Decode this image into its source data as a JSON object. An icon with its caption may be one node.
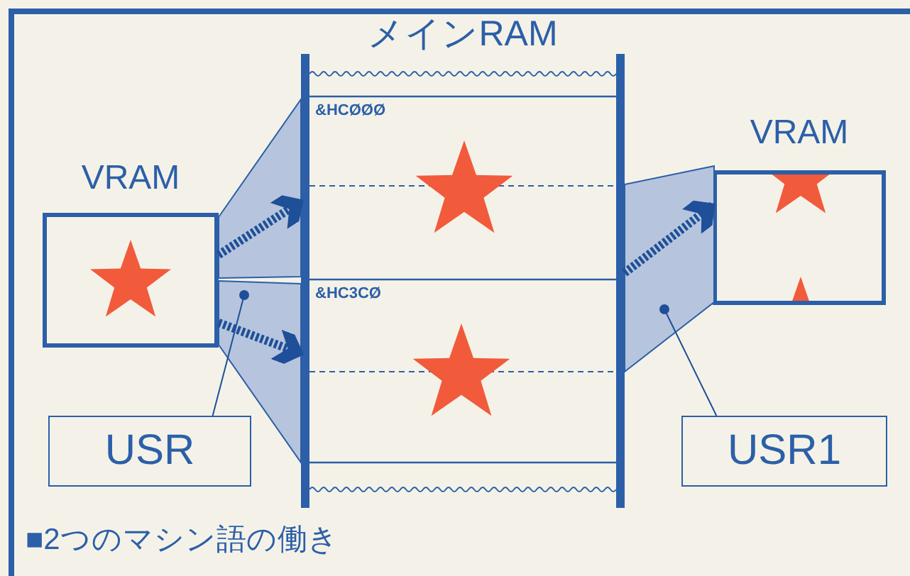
{
  "diagram": {
    "caption": "■2つのマシン語の働き",
    "nodes": [
      {
        "text": [
          "VRAM"
        ]
      },
      {
        "text": [
          "メインRAM",
          "&HCØØØ",
          "&HC3CØ"
        ]
      },
      {
        "text": [
          "VRAM"
        ]
      },
      {
        "text": [
          "USR"
        ]
      },
      {
        "text": [
          "USR1"
        ]
      },
      {
        "text": [],
        "shape": "funnel"
      },
      {
        "text": [],
        "shape": "funnel"
      },
      {
        "text": [],
        "shape": "funnel"
      }
    ],
    "edges": [
      {
        "from": 5,
        "to": 1,
        "arrow": "to",
        "style": "dashed"
      },
      {
        "from": 6,
        "to": 1,
        "arrow": "to",
        "style": "dashed"
      },
      {
        "from": 7,
        "to": 2,
        "arrow": "to",
        "style": "dashed"
      },
      {
        "from": 3,
        "to": 6,
        "arrow": "other"
      },
      {
        "from": 4,
        "to": 7,
        "arrow": "other"
      }
    ]
  }
}
